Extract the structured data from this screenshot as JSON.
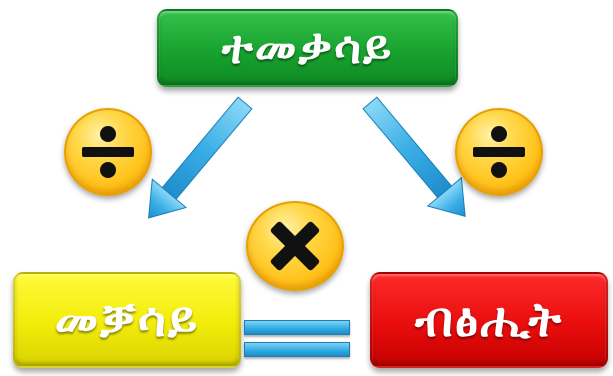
{
  "diagram": {
    "top_box": {
      "label": "ተመቃሳይ",
      "color": "#1ea834"
    },
    "left_box": {
      "label": "መቓሳይ",
      "color": "#f5ee10"
    },
    "right_box": {
      "label": "ብፅሒት",
      "color": "#ea0f0f"
    },
    "operators": {
      "left_operator": "divide",
      "right_operator": "divide",
      "middle_operator": "multiply",
      "bottom_operator": "equals"
    },
    "arrow_color": "#36a8e0",
    "badge_color": "#ffc51f"
  }
}
